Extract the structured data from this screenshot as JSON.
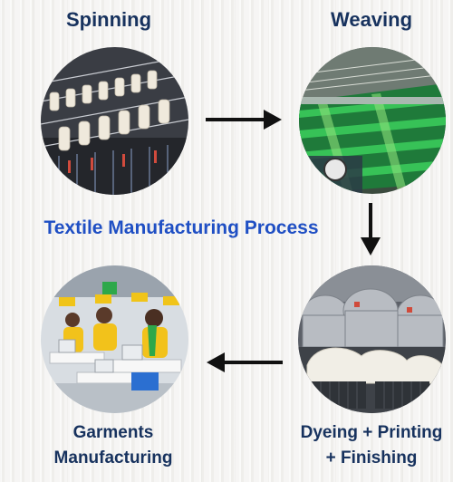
{
  "title": "Textile Manufacturing Process",
  "steps": [
    {
      "label": "Spinning",
      "icon": "spinning-machine-photo"
    },
    {
      "label": "Weaving",
      "icon": "weaving-loom-photo"
    },
    {
      "label_line1": "Dyeing + Printing",
      "label_line2": "+ Finishing",
      "icon": "dyeing-machines-photo"
    },
    {
      "label_line1": "Garments",
      "label_line2": "Manufacturing",
      "icon": "garment-workers-photo"
    }
  ],
  "flow": [
    "Spinning",
    "Weaving",
    "Dyeing + Printing + Finishing",
    "Garments Manufacturing"
  ],
  "colors": {
    "label": "#17325e",
    "title": "#1f4fc4",
    "arrow": "#111111"
  }
}
